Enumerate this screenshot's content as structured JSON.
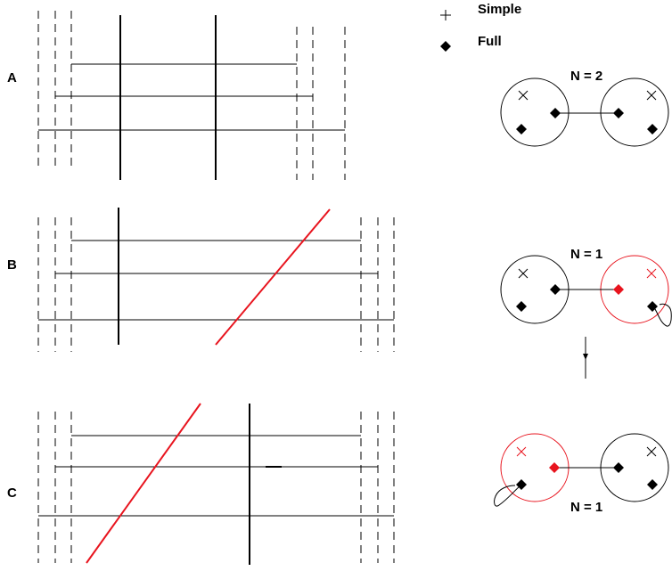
{
  "legend": {
    "simple_label": "Simple",
    "full_label": "Full"
  },
  "panels": {
    "a_label": "A",
    "b_label": "B",
    "c_label": "C"
  },
  "nodes": {
    "n_top": "N = 2",
    "n_mid": "N = 1",
    "n_bot": "N = 1"
  },
  "colors": {
    "red": "#e8141e",
    "black": "#000000"
  }
}
